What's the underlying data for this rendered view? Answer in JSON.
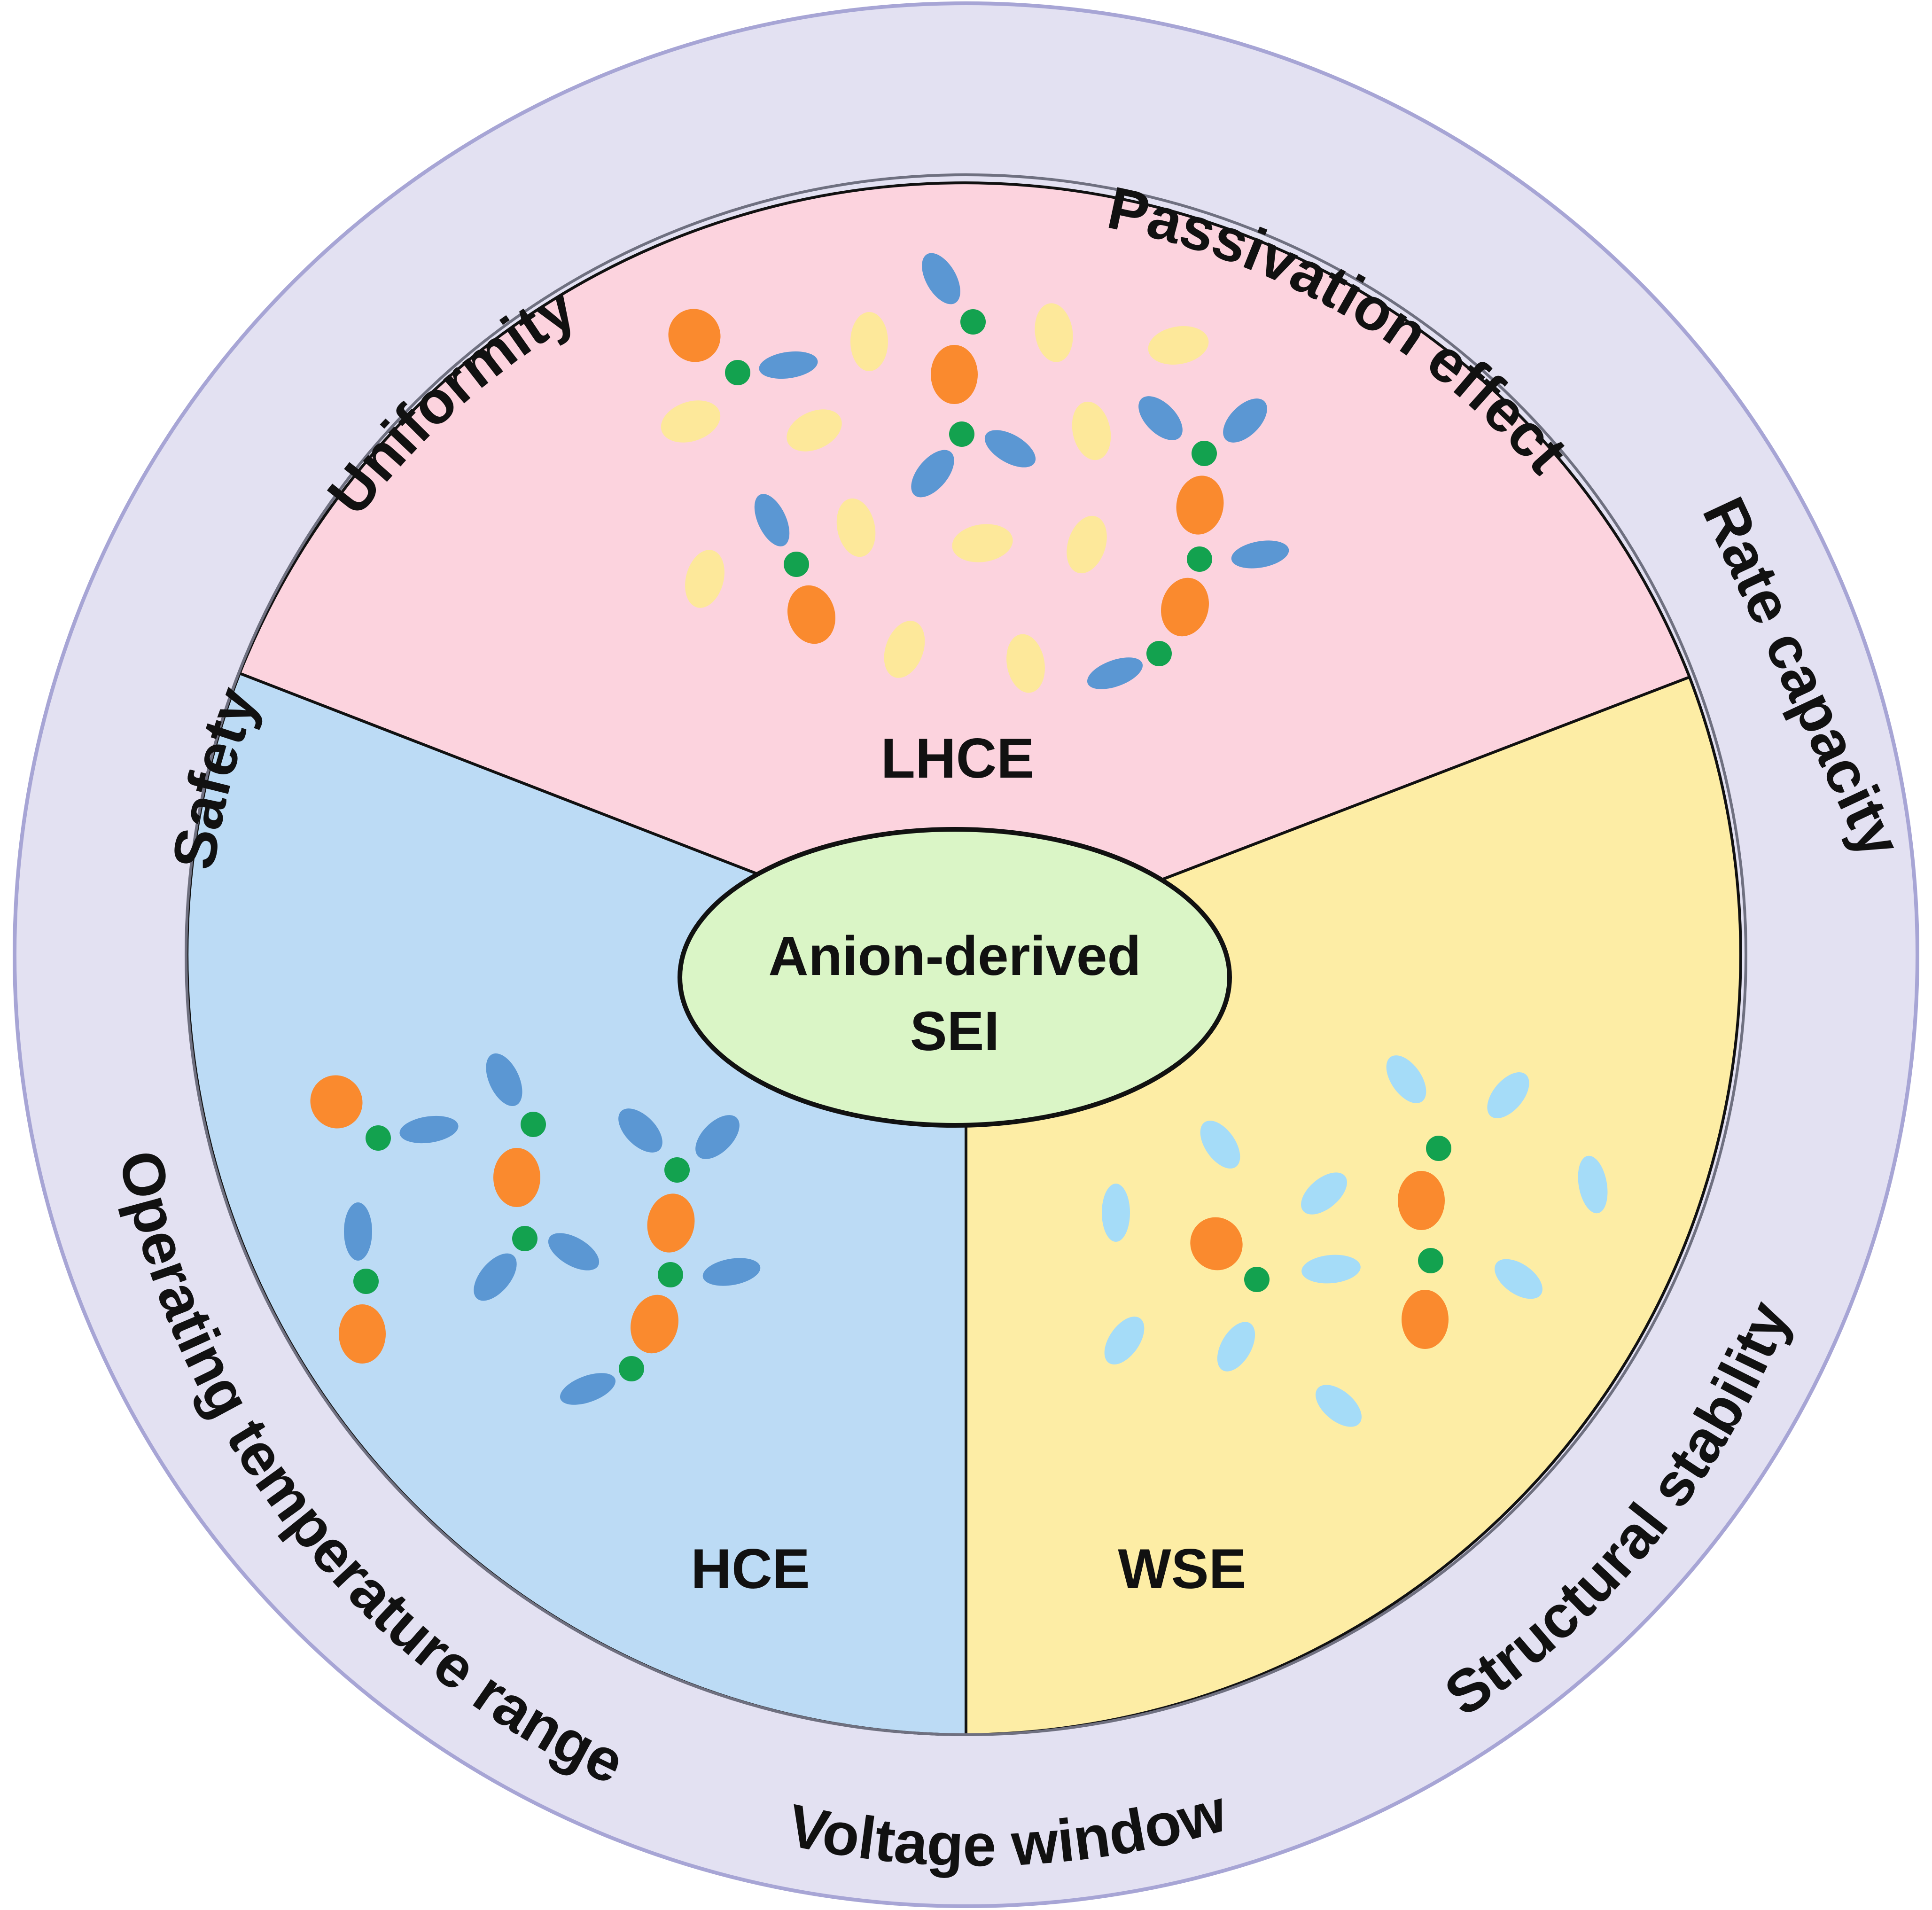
{
  "center": {
    "line1": "Anion-derived",
    "line2": "SEI"
  },
  "sectors": {
    "top": {
      "label": "LHCE",
      "fill": "#fcd3de"
    },
    "left": {
      "label": "HCE",
      "fill": "#bcdbf5"
    },
    "right": {
      "label": "WSE",
      "fill": "#fdeda5"
    }
  },
  "ring": {
    "fill": "#e3e1f2",
    "stroke": "#a7a5d5",
    "labels": [
      "Passivation effect",
      "Uniformity",
      "Safety",
      "Operating temperature range",
      "Voltage window",
      "Structural stability",
      "Rate capacity"
    ]
  },
  "colors": {
    "cation": "#fa8a2e",
    "linker": "#13a24f",
    "anion": "#5b97d3",
    "diluent": "#fde89a",
    "water": "#a5dcf8",
    "center_fill": "#daf5c6"
  }
}
